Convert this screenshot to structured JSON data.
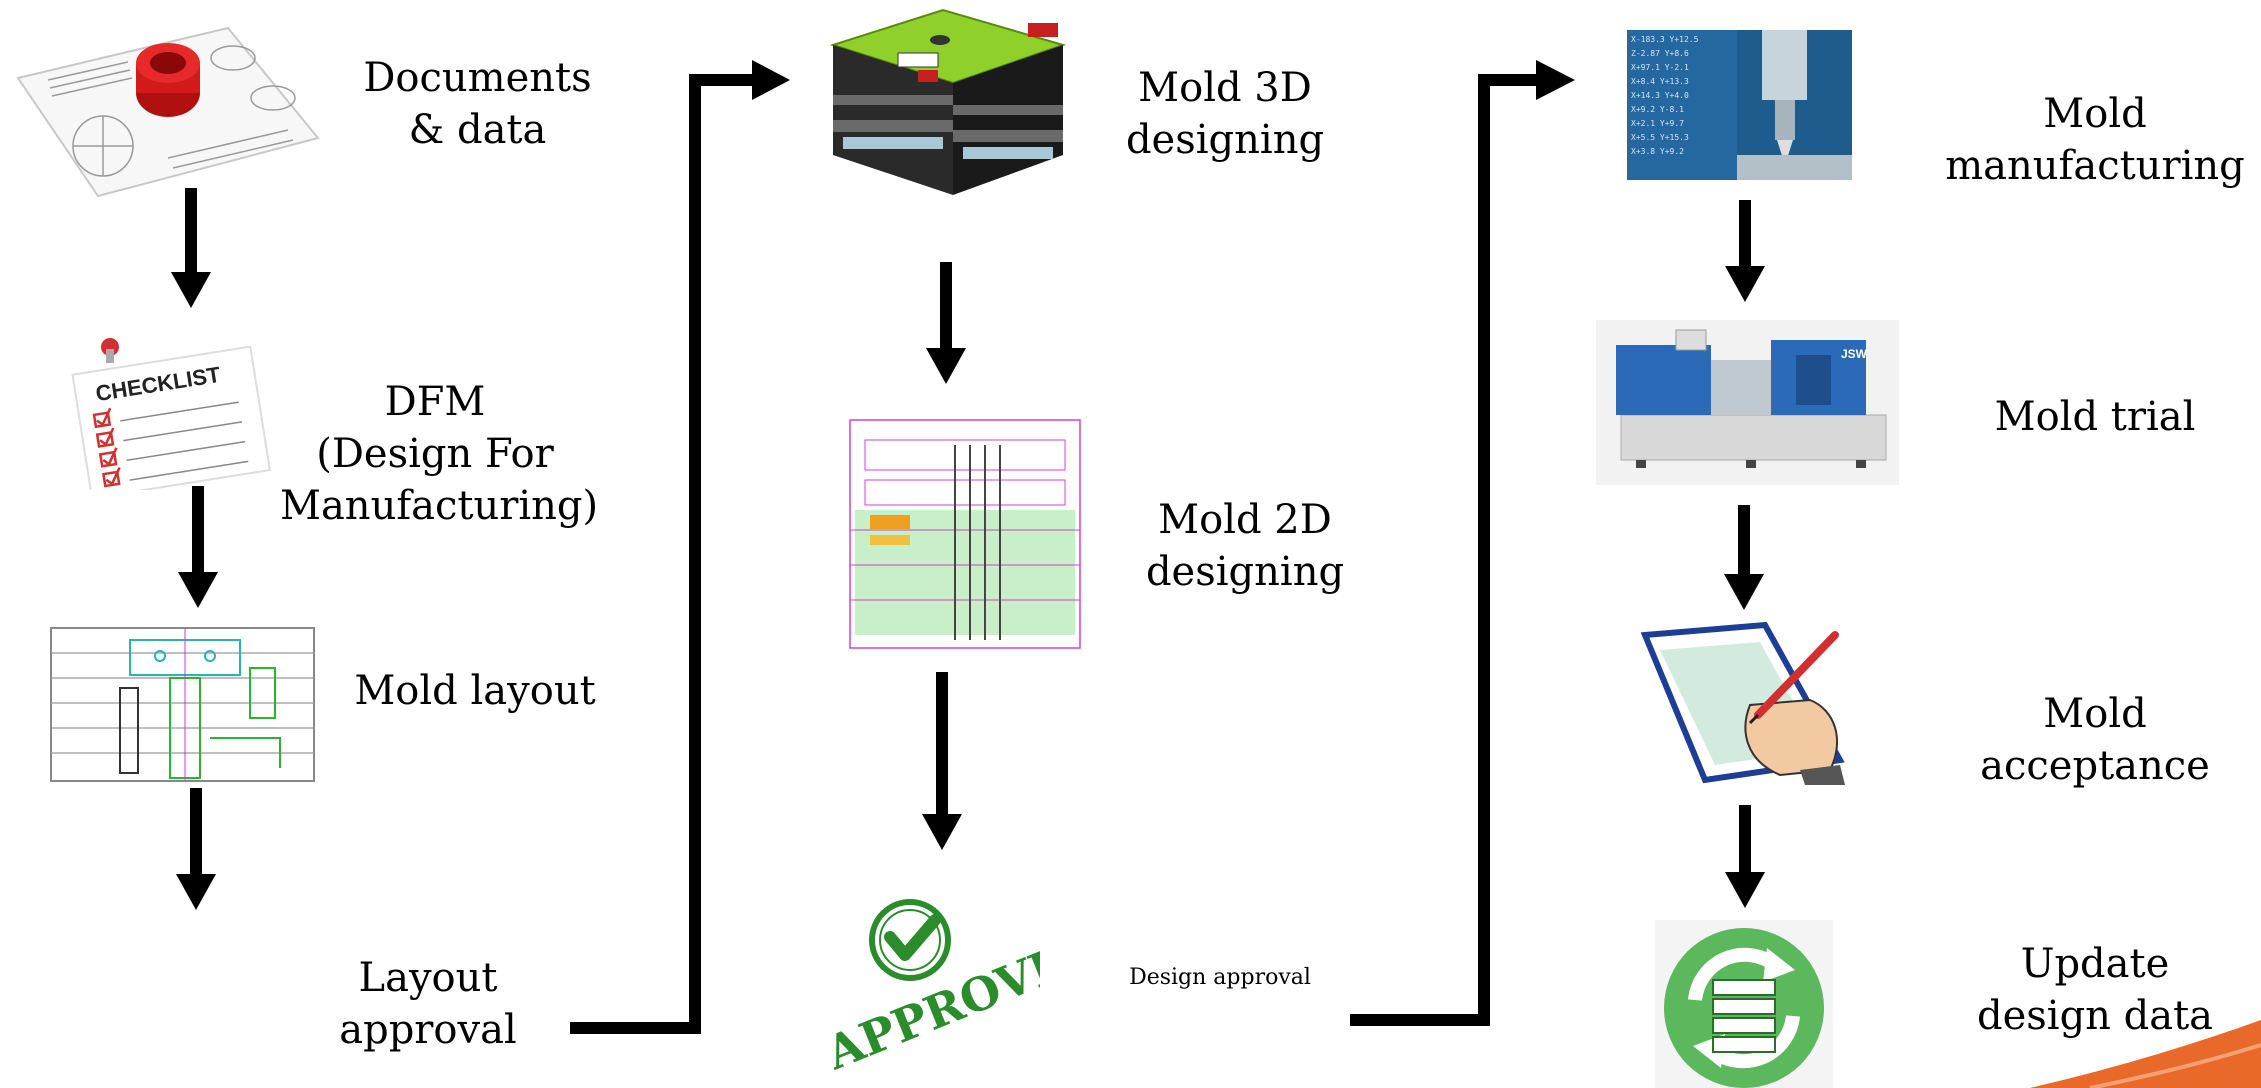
{
  "steps": {
    "documents": {
      "line1": "Documents",
      "line2": "& data",
      "icon": "blueprint-with-cap"
    },
    "dfm": {
      "line1": "DFM",
      "line2": "(Design For",
      "line3": "Manufacturing)",
      "icon": "checklist",
      "checklist_title": "CHECKLIST"
    },
    "mold_layout": {
      "line1": "Mold layout",
      "icon": "mold-layout-drawing"
    },
    "layout_approval": {
      "line1": "Layout",
      "line2": "approval"
    },
    "mold_3d": {
      "line1": "Mold 3D",
      "line2": "designing",
      "icon": "mold-3d-model"
    },
    "mold_2d": {
      "line1": "Mold 2D",
      "line2": "designing",
      "icon": "mold-2d-drawing"
    },
    "design_approval": {
      "line1": "Design approval",
      "icon": "approved-stamp",
      "stamp_text": "APPROVED"
    },
    "mold_manufacturing": {
      "line1": "Mold",
      "line2": "manufacturing",
      "icon": "cnc-machining"
    },
    "mold_trial": {
      "line1": "Mold trial",
      "icon": "injection-molding-machine",
      "brand": "JSW"
    },
    "mold_acceptance": {
      "line1": "Mold",
      "line2": "acceptance",
      "icon": "hand-signing"
    },
    "update_design_data": {
      "line1": "Update",
      "line2": "design data",
      "icon": "recycle-database"
    }
  },
  "colors": {
    "arrow": "#000000",
    "corner_accent": "#e8692a",
    "approved_green": "#2a8c2a",
    "mold_green": "#8fd12a"
  }
}
